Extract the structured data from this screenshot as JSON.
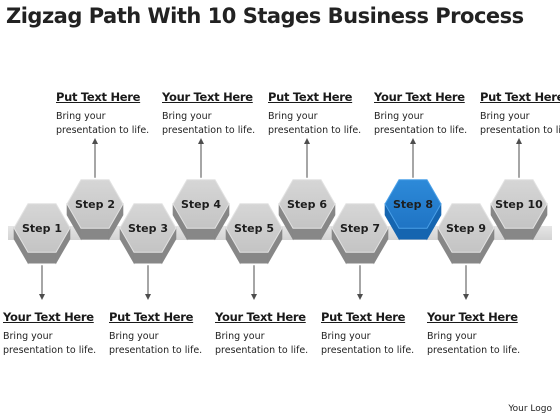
{
  "title": "Zigzag Path With 10 Stages Business Process",
  "logo": "Your Logo",
  "colors": {
    "gray_top": "#c4c4c4",
    "gray_dark": "#878787",
    "highlight_top": "#2d8ad9",
    "highlight_dark": "#1565b0",
    "ribbon": "#d3d3d3"
  },
  "highlighted_step": 8,
  "steps": [
    {
      "label": "Step 1",
      "row": "lower",
      "callout": {
        "heading": "Your Text Here",
        "body": "Bring your presentation to life."
      }
    },
    {
      "label": "Step 2",
      "row": "upper",
      "callout": {
        "heading": "Put Text Here",
        "body": "Bring your presentation to life."
      }
    },
    {
      "label": "Step 3",
      "row": "lower",
      "callout": {
        "heading": "Put Text Here",
        "body": "Bring your presentation to life."
      }
    },
    {
      "label": "Step 4",
      "row": "upper",
      "callout": {
        "heading": "Your Text Here",
        "body": "Bring your presentation to life."
      }
    },
    {
      "label": "Step 5",
      "row": "lower",
      "callout": {
        "heading": "Your Text Here",
        "body": "Bring your presentation to life."
      }
    },
    {
      "label": "Step 6",
      "row": "upper",
      "callout": {
        "heading": "Put Text Here",
        "body": "Bring your presentation to life."
      }
    },
    {
      "label": "Step 7",
      "row": "lower",
      "callout": {
        "heading": "Put Text Here",
        "body": "Bring your presentation to life."
      }
    },
    {
      "label": "Step 8",
      "row": "upper",
      "callout": {
        "heading": "Your Text Here",
        "body": "Bring your presentation to life."
      }
    },
    {
      "label": "Step 9",
      "row": "lower",
      "callout": {
        "heading": "Your Text Here",
        "body": "Bring your presentation to life."
      }
    },
    {
      "label": "Step 10",
      "row": "upper",
      "callout": {
        "heading": "Put Text Here",
        "body": "Bring your presentation to life."
      }
    }
  ]
}
